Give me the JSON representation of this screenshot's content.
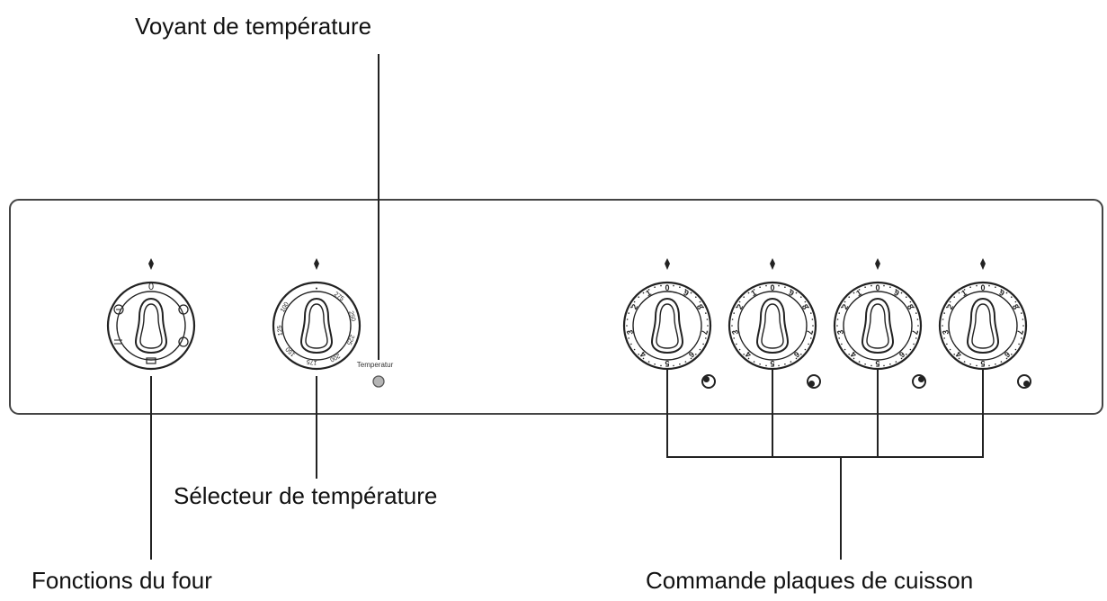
{
  "labels": {
    "indicator": "Voyant de température",
    "temp_selector": "Sélecteur de température",
    "oven_functions": "Fonctions du four",
    "hob_controls": "Commande plaques de cuisson"
  },
  "panel": {
    "indicator_text": "Temperatur"
  },
  "oven_knob": {
    "top": "0",
    "symbols": [
      "fan-icon",
      "ring-icon",
      "grill-icon",
      "bottom-heat-icon",
      "light-icon"
    ]
  },
  "temp_knob": {
    "marks": [
      "•",
      "275",
      "250",
      "225",
      "200",
      "175",
      "150",
      "125",
      "100"
    ]
  },
  "hob_knobs": [
    {
      "marks": [
        "0",
        "1",
        "2",
        "3",
        "4",
        "5",
        "6",
        "7",
        "8",
        "9"
      ],
      "plate": "rear-left"
    },
    {
      "marks": [
        "0",
        "1",
        "2",
        "3",
        "4",
        "5",
        "6",
        "7",
        "8",
        "9"
      ],
      "plate": "front-left"
    },
    {
      "marks": [
        "0",
        "1",
        "2",
        "3",
        "4",
        "5",
        "6",
        "7",
        "8",
        "9"
      ],
      "plate": "rear-right"
    },
    {
      "marks": [
        "0",
        "1",
        "2",
        "3",
        "4",
        "5",
        "6",
        "7",
        "8",
        "9"
      ],
      "plate": "front-right"
    }
  ],
  "colors": {
    "line": "#222222",
    "indicator_lamp": "#b5b5b5"
  }
}
